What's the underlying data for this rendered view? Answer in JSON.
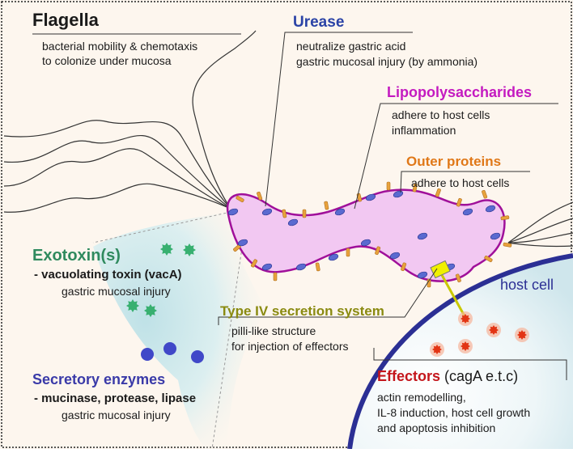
{
  "colors": {
    "background": "#fdf6ee",
    "bacterium_fill": "#f2c8f2",
    "bacterium_stroke": "#a0109a",
    "host_cell_stroke": "#2b2f94",
    "flagella_title": "#1a1a1a",
    "urease_title": "#2b43a6",
    "lps_title": "#c41ac0",
    "outer_title": "#e07818",
    "exotoxin_title": "#2f8a5e",
    "t4ss_title": "#8a8a10",
    "enzymes_title": "#3a3aa8",
    "effectors_title": "#c4161c",
    "exotoxin_dot": "#38b070",
    "enzyme_dot": "#4048c8",
    "effector_dot": "#e23414"
  },
  "flagella": {
    "title": "Flagella",
    "desc": [
      "bacterial mobility & chemotaxis",
      "to colonize under mucosa"
    ]
  },
  "urease": {
    "title": "Urease",
    "desc": [
      "neutralize gastric acid",
      "gastric mucosal injury (by ammonia)"
    ]
  },
  "lps": {
    "title": "Lipopolysaccharides",
    "desc": [
      "adhere to host cells",
      "inflammation"
    ]
  },
  "outer": {
    "title": "Outer proteins",
    "desc": [
      "adhere to host cells"
    ]
  },
  "exotoxin": {
    "title": "Exotoxin(s)",
    "sub": "- vacuolating toxin (vacA)",
    "desc": "gastric mucosal injury"
  },
  "t4ss": {
    "title": "Type IV secretion system",
    "desc": [
      "pilli-like structure",
      "for injection of effectors"
    ]
  },
  "enzymes": {
    "title": "Secretory enzymes",
    "sub": "- mucinase, protease, lipase",
    "desc": "gastric mucosal injury"
  },
  "effectors": {
    "title": "Effectors",
    "title_suffix": " (cagA e.t.c)",
    "desc": [
      "actin remodelling,",
      "IL-8 induction, host cell growth",
      "and apoptosis inhibition"
    ]
  },
  "host_cell": {
    "label": "host cell"
  }
}
